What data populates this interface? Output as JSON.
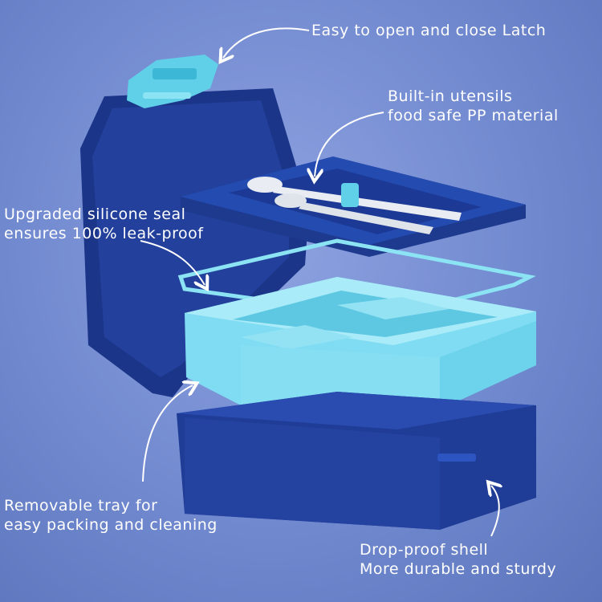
{
  "callouts": {
    "latch": {
      "lines": [
        "Easy to open and close Latch"
      ]
    },
    "utensils": {
      "lines": [
        "Built-in utensils",
        "food safe PP material"
      ]
    },
    "seal": {
      "lines": [
        "Upgraded silicone seal",
        "ensures 100% leak-proof"
      ]
    },
    "tray": {
      "lines": [
        "Removable tray for",
        "easy packing and cleaning"
      ]
    },
    "shell": {
      "lines": [
        "Drop-proof shell",
        "More durable and sturdy"
      ]
    }
  },
  "colors": {
    "background": "#7189cf",
    "shell_navy": "#1f3c96",
    "lid_navy": "#1d3a8e",
    "tray_aqua": "#7fdcf2",
    "latch_aqua": "#5fd0e8",
    "utensil_white": "#e9ecf2",
    "text": "#ffffff"
  }
}
